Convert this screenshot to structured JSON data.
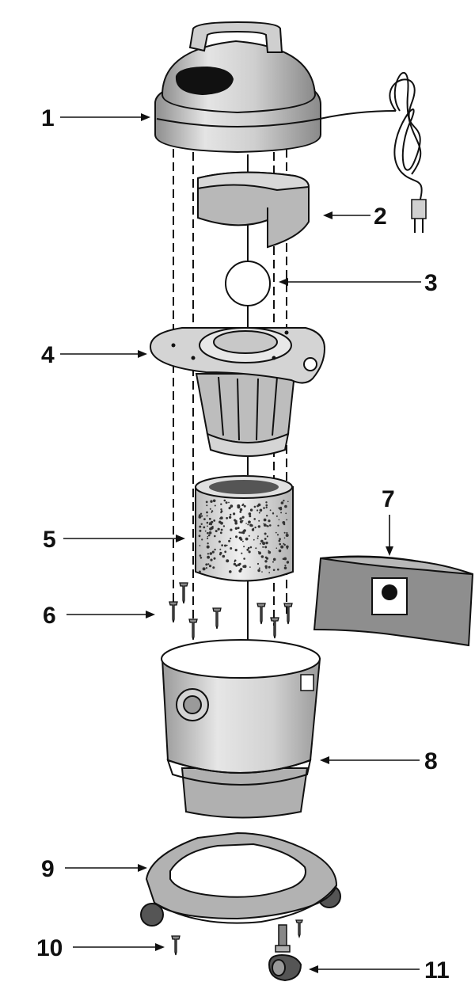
{
  "diagram": {
    "callouts": [
      {
        "label": "1",
        "part": "motor head / lid"
      },
      {
        "label": "2",
        "part": "foam sleeve"
      },
      {
        "label": "3",
        "part": "float ball"
      },
      {
        "label": "4",
        "part": "filter cage / lid plate"
      },
      {
        "label": "5",
        "part": "cartridge filter"
      },
      {
        "label": "6",
        "part": "screws"
      },
      {
        "label": "7",
        "part": "collection bag"
      },
      {
        "label": "8",
        "part": "tank drum"
      },
      {
        "label": "9",
        "part": "caster base"
      },
      {
        "label": "10",
        "part": "screw"
      },
      {
        "label": "11",
        "part": "caster wheel"
      }
    ]
  },
  "colors": {
    "part_fill_light": "#d6d6d6",
    "part_fill_mid": "#b4b4b4",
    "part_fill_dark": "#8e8e8e",
    "line": "#111111",
    "background": "#ffffff"
  }
}
